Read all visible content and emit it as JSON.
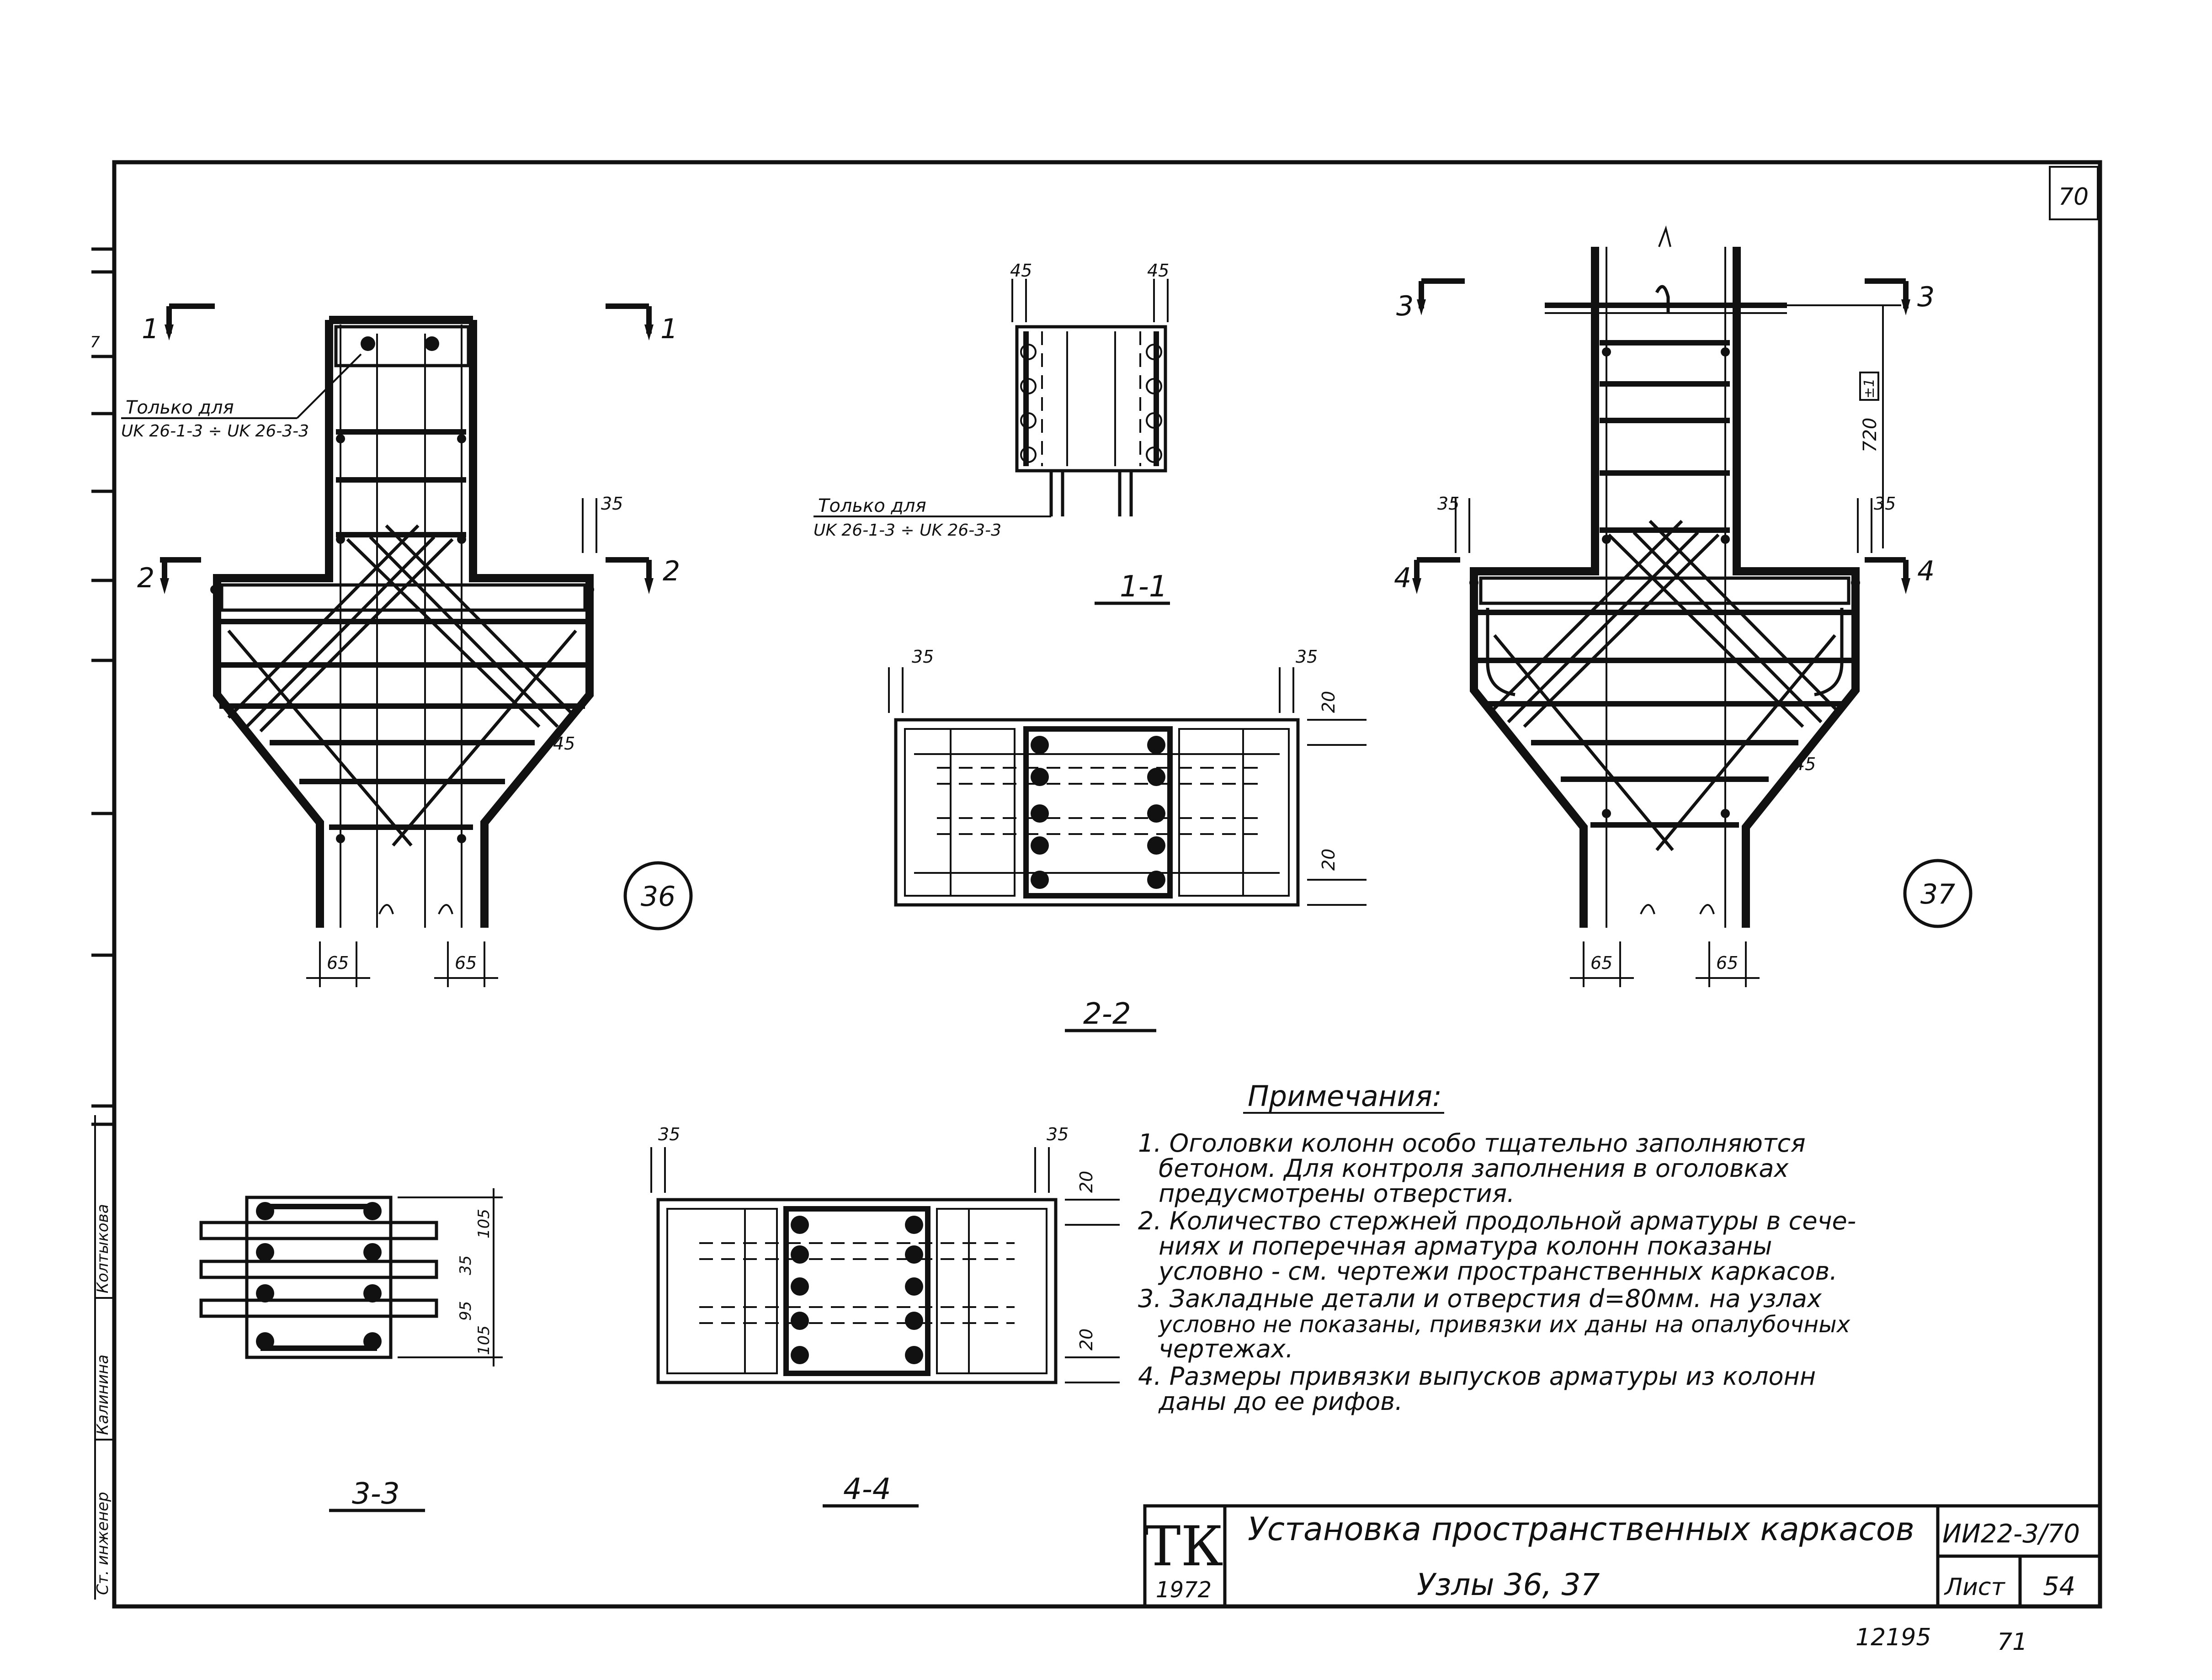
{
  "sheet": {
    "page_number": "70",
    "bottom_code": "12195",
    "bottom_code2": "71"
  },
  "nodes": {
    "node36": "36",
    "node37": "37"
  },
  "labels": {
    "only_for_line1": "Только для",
    "only_for_line2": "UK 26-1-3 ÷ UK 26-3-3",
    "sec1": "1",
    "sec2": "2",
    "sec3": "3",
    "sec4": "4"
  },
  "dims": {
    "d35": "35",
    "d45": "45",
    "d65": "65",
    "d20": "20",
    "d720": "720",
    "d105": "105",
    "d95": "95",
    "dpm": "±1"
  },
  "section_titles": {
    "s11": "1-1",
    "s22": "2-2",
    "s33": "3-3",
    "s44": "4-4"
  },
  "notes": {
    "title": "Примечания:",
    "items": [
      "1. Оголовки колонн особо тщательно заполняются",
      "бетоном. Для контроля заполнения в оголовках",
      "предусмотрены отверстия.",
      "2. Количество стержней продольной арматуры в сече-",
      "ниях и поперечная арматура колонн показаны",
      "условно - см. чертежи пространственных каркасов.",
      "3. Закладные детали и отверстия d=80мм. на узлах",
      "условно не показаны, привязки их даны на опалубочных",
      "чертежах.",
      "4. Размеры привязки выпусков арматуры из колонн",
      "даны до ее рифов."
    ]
  },
  "stamp": {
    "org": "ТК",
    "year": "1972",
    "title": "Установка пространственных каркасов",
    "subtitle": "Узлы 36, 37",
    "code": "ИИ22-3/70",
    "sheet_label": "Лист",
    "sheet_number": "54"
  },
  "side_strip": {
    "text1": "Ст. инженер",
    "text2": "Калинина",
    "text3": "Колтыкова",
    "mark": "7"
  }
}
